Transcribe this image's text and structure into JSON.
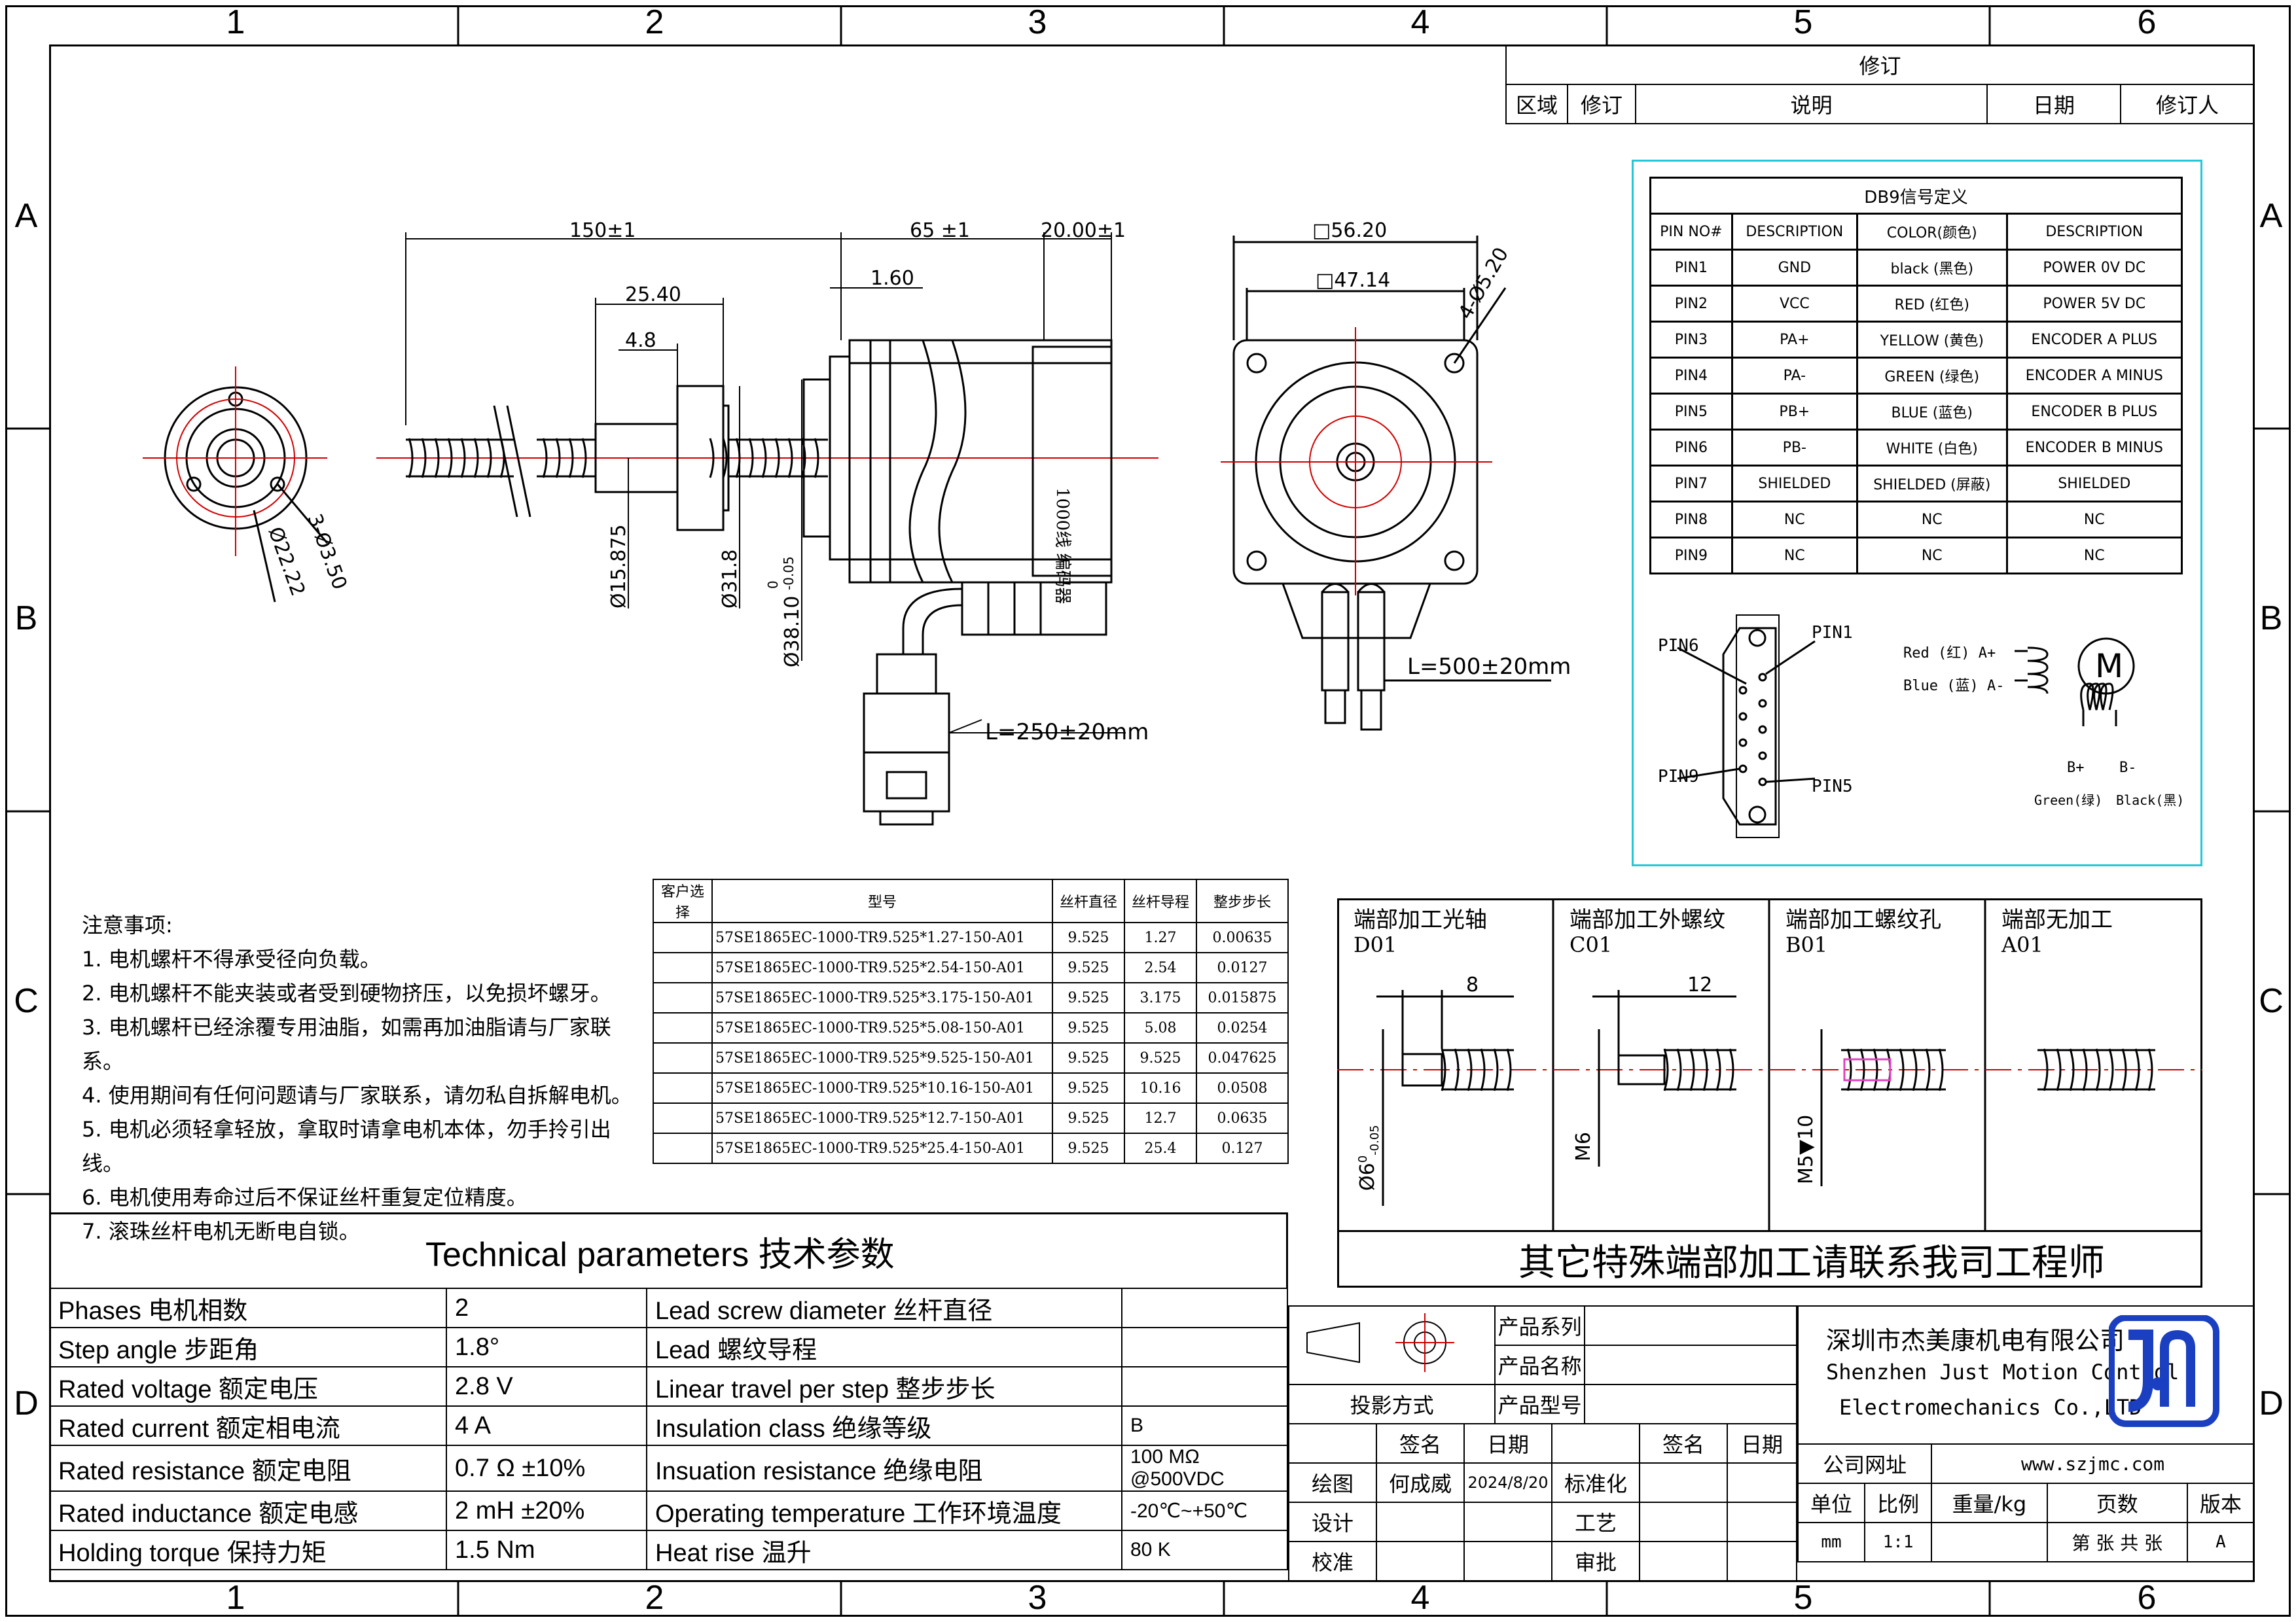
{
  "zones": {
    "cols": [
      "1",
      "2",
      "3",
      "4",
      "5",
      "6"
    ],
    "rows": [
      "A",
      "B",
      "C",
      "D"
    ]
  },
  "revision": {
    "title": "修订",
    "headers": [
      "区域",
      "修订",
      "说明",
      "日期",
      "修订人"
    ]
  },
  "front_view": {
    "holes": "3-Ø3.50",
    "pcd": "Ø22.22"
  },
  "side_view": {
    "dim_total": "150±1",
    "dim_body": "65 ±1",
    "dim_encoder": "20.00±1",
    "dim_nut": "25.40",
    "dim_flange": "4.8",
    "dim_gap": "1.60",
    "dia_screw": "Ø15.875",
    "dia_nut": "Ø31.8",
    "dia_boss": "Ø38.10",
    "dia_boss_tol_upper": "0",
    "dia_boss_tol_lower": "-0.05",
    "encoder_label": "1000线 编码器",
    "cable": "L=250±20mm"
  },
  "end_view": {
    "outer": "□56.20",
    "inner": "□47.14",
    "holes": "4-Ø5.20",
    "cable": "L=500±20mm"
  },
  "db9": {
    "title": "DB9信号定义",
    "headers": [
      "PIN NO#",
      "DESCRIPTION",
      "COLOR(颜色)",
      "DESCRIPTION"
    ],
    "rows": [
      [
        "PIN1",
        "GND",
        "black (黑色)",
        "POWER 0V DC"
      ],
      [
        "PIN2",
        "VCC",
        "RED (红色)",
        "POWER 5V DC"
      ],
      [
        "PIN3",
        "PA+",
        "YELLOW (黄色)",
        "ENCODER A PLUS"
      ],
      [
        "PIN4",
        "PA-",
        "GREEN (绿色)",
        "ENCODER A MINUS"
      ],
      [
        "PIN5",
        "PB+",
        "BLUE (蓝色)",
        "ENCODER B PLUS"
      ],
      [
        "PIN6",
        "PB-",
        "WHITE (白色)",
        "ENCODER B MINUS"
      ],
      [
        "PIN7",
        "SHIELDED",
        "SHIELDED (屏蔽)",
        "SHIELDED"
      ],
      [
        "PIN8",
        "NC",
        "NC",
        "NC"
      ],
      [
        "PIN9",
        "NC",
        "NC",
        "NC"
      ]
    ],
    "connector": {
      "pin6": "PIN6",
      "pin1": "PIN1",
      "pin9": "PIN9",
      "pin5": "PIN5",
      "a_plus": "Red (红) A+",
      "a_minus": "Blue (蓝) A-",
      "b_plus": "B+",
      "b_minus": "B-",
      "green": "Green(绿)",
      "black": "Black(黑)",
      "motor": "M"
    }
  },
  "notes": {
    "title": "注意事项:",
    "items": [
      "1. 电机螺杆不得承受径向负载。",
      "2. 电机螺杆不能夹装或者受到硬物挤压，以免损坏螺牙。",
      "3. 电机螺杆已经涂覆专用油脂，如需再加油脂请与厂家联系。",
      "4. 使用期间有任何问题请与厂家联系，请勿私自拆解电机。",
      "5. 电机必须轻拿轻放，拿取时请拿电机本体，勿手拎引出线。",
      "6. 电机使用寿命过后不保证丝杆重复定位精度。",
      "7. 滚珠丝杆电机无断电自锁。"
    ]
  },
  "part_table": {
    "headers": [
      "客户选择",
      "型号",
      "丝杆直径",
      "丝杆导程",
      "整步步长"
    ],
    "rows": [
      [
        "",
        "57SE1865EC-1000-TR9.525*1.27-150-A01",
        "9.525",
        "1.27",
        "0.00635"
      ],
      [
        "",
        "57SE1865EC-1000-TR9.525*2.54-150-A01",
        "9.525",
        "2.54",
        "0.0127"
      ],
      [
        "",
        "57SE1865EC-1000-TR9.525*3.175-150-A01",
        "9.525",
        "3.175",
        "0.015875"
      ],
      [
        "",
        "57SE1865EC-1000-TR9.525*5.08-150-A01",
        "9.525",
        "5.08",
        "0.0254"
      ],
      [
        "",
        "57SE1865EC-1000-TR9.525*9.525-150-A01",
        "9.525",
        "9.525",
        "0.047625"
      ],
      [
        "",
        "57SE1865EC-1000-TR9.525*10.16-150-A01",
        "9.525",
        "10.16",
        "0.0508"
      ],
      [
        "",
        "57SE1865EC-1000-TR9.525*12.7-150-A01",
        "9.525",
        "12.7",
        "0.0635"
      ],
      [
        "",
        "57SE1865EC-1000-TR9.525*25.4-150-A01",
        "9.525",
        "25.4",
        "0.127"
      ]
    ]
  },
  "end_options": {
    "items": [
      {
        "title": "端部加工光轴",
        "code": "D01",
        "dim": "8",
        "dia": "Ø6",
        "dia_tol_upper": "0",
        "dia_tol_lower": "-0.05"
      },
      {
        "title": "端部加工外螺纹",
        "code": "C01",
        "dim": "12",
        "dia": "M6"
      },
      {
        "title": "端部加工螺纹孔",
        "code": "B01",
        "dim": "",
        "dia": "M5▼10"
      },
      {
        "title": "端部无加工",
        "code": "A01",
        "dim": "",
        "dia": ""
      }
    ],
    "footer": "其它特殊端部加工请联系我司工程师"
  },
  "tech": {
    "title": "Technical parameters 技术参数",
    "rows": [
      [
        "Phases 电机相数",
        "2",
        "Lead screw diameter 丝杆直径",
        ""
      ],
      [
        "Step angle 步距角",
        "1.8°",
        "Lead 螺纹导程",
        ""
      ],
      [
        "Rated voltage 额定电压",
        "2.8 V",
        "Linear travel per step 整步步长",
        ""
      ],
      [
        "Rated current 额定相电流",
        "4 A",
        "Insulation class 绝缘等级",
        "B"
      ],
      [
        "Rated resistance 额定电阻",
        "0.7 Ω  ±10%",
        "Insuation resistance 绝缘电阻",
        "100 MΩ @500VDC"
      ],
      [
        "Rated inductance 额定电感",
        "2 mH ±20%",
        "Operating temperature 工作环境温度",
        "-20℃~+50℃"
      ],
      [
        "Holding torque 保持力矩",
        "1.5 Nm",
        "Heat rise 温升",
        "80 K"
      ]
    ]
  },
  "title_block": {
    "projection": "投影方式",
    "series": "产品系列",
    "name": "产品名称",
    "model": "产品型号",
    "sign": "签名",
    "date": "日期",
    "draw": "绘图",
    "drawer": "何成威",
    "draw_date": "2024/8/20",
    "design": "设计",
    "check": "校准",
    "standard": "标准化",
    "process": "工艺",
    "approve": "审批",
    "company_cn": "深圳市杰美康机电有限公司",
    "company_en1": "Shenzhen Just Motion Control",
    "company_en2": "Electromechanics Co.,LTD",
    "website_label": "公司网址",
    "website": "www.szjmc.com",
    "unit": "单位",
    "scale": "比例",
    "weight": "重量/kg",
    "pages": "页数",
    "version": "版本",
    "unit_val": "mm",
    "scale_val": "1:1",
    "pages_val": "第 张 共 张",
    "version_val": "A"
  },
  "colors": {
    "center_line": "#d00000",
    "cyan_frame": "#22c8d8",
    "logo_blue": "#1a3fc0",
    "pink": "#e040c0"
  }
}
